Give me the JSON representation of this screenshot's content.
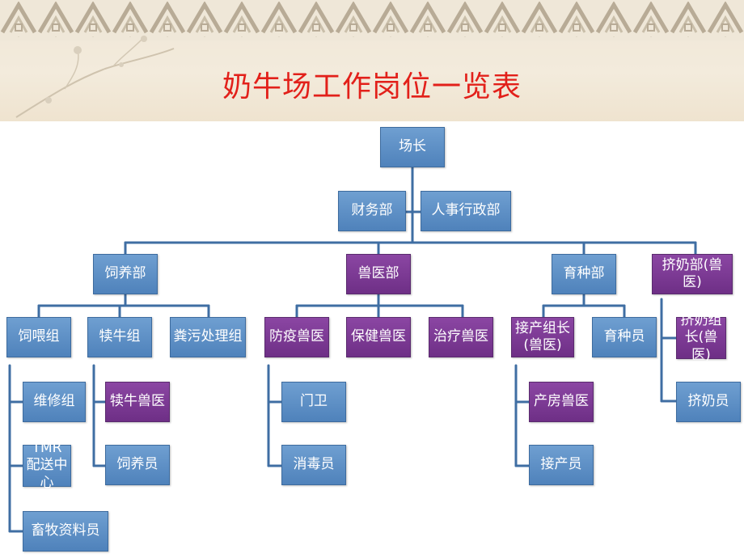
{
  "title": "奶牛场工作岗位一览表",
  "colors": {
    "title": "#e2201a",
    "node_blue": "#5b8dc5",
    "node_purple": "#7a3a94",
    "connector": "#3f6ea3"
  },
  "nodes": {
    "head": "场长",
    "finance": "财务部",
    "hr_admin": "人事行政部",
    "feeding_dept": "饲养部",
    "vet_dept": "兽医部",
    "breeding_dept": "育种部",
    "milking_dept": "挤奶部(兽医)",
    "feeding_group": "饲喂组",
    "calf_group": "犊牛组",
    "manure_group": "粪污处理组",
    "epidemic_vet": "防疫兽医",
    "health_vet": "保健兽医",
    "treatment_vet": "治疗兽医",
    "delivery_leader": "接产组长(兽医)",
    "breeder": "育种员",
    "milking_leader": "挤奶组长(兽医)",
    "maintenance": "维修组",
    "tmr_center": "TMR配送中心",
    "feed_clerk": "畜牧资料员",
    "calf_vet": "犊牛兽医",
    "keeper": "饲养员",
    "guard": "门卫",
    "disinfector": "消毒员",
    "maternity_vet": "产房兽医",
    "midwife": "接产员",
    "milker": "挤奶员"
  }
}
